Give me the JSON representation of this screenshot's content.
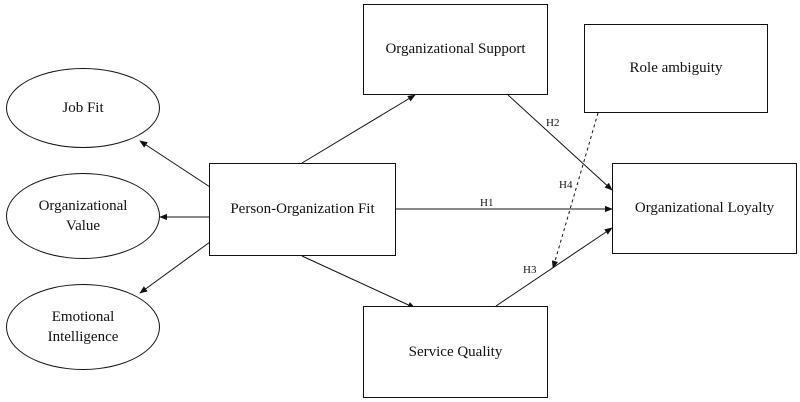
{
  "nodes": {
    "job_fit": "Job Fit",
    "organizational_value": "Organizational Value",
    "emotional_intelligence": "Emotional Intelligence",
    "person_organization_fit": "Person-Organization Fit",
    "organizational_support": "Organizational Support",
    "role_ambiguity": "Role ambiguity",
    "service_quality": "Service Quality",
    "organizational_loyalty": "Organizational Loyalty"
  },
  "hypotheses": {
    "h1": "H1",
    "h2": "H2",
    "h3": "H3",
    "h4": "H4"
  }
}
